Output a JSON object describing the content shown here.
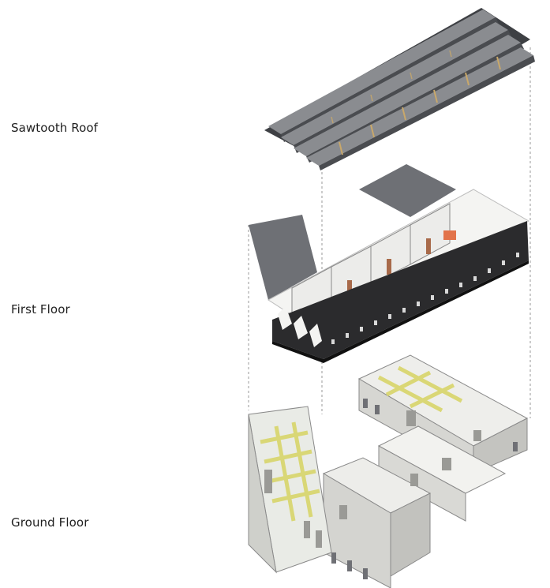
{
  "labels": {
    "roof": "Sawtooth Roof",
    "first_floor": "First Floor",
    "ground_floor": "Ground Floor"
  },
  "colors": {
    "roof_dark": "#55575b",
    "roof_light": "#8a8c90",
    "truss_wood": "#c9a86a",
    "wall_dark": "#2b2b2d",
    "wall_white": "#f4f4f2",
    "floor_light": "#e9ebe6",
    "slab_gray": "#6e7075",
    "beam_yellow": "#d8d56a",
    "dashed_line": "#9a9a9a",
    "text": "#1f1f1f"
  }
}
